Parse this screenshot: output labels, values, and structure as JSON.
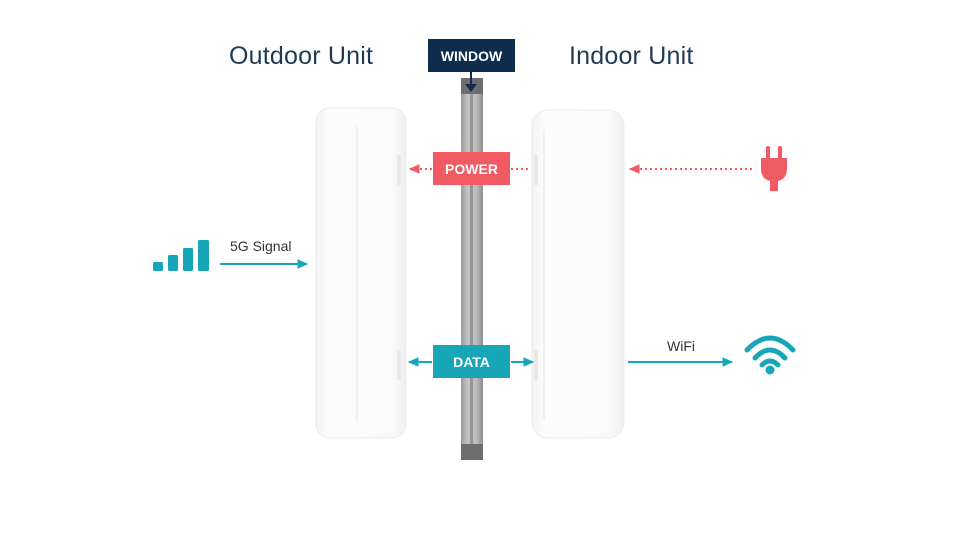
{
  "labels": {
    "outdoor_unit": "Outdoor Unit",
    "indoor_unit": "Indoor Unit",
    "window": "WINDOW",
    "power": "POWER",
    "data": "DATA",
    "signal": "5G Signal",
    "wifi": "WiFi"
  },
  "colors": {
    "power": "#ef5a63",
    "data": "#17a6b8",
    "window_label": "#0e2d4c",
    "title_text": "#1f3a55"
  },
  "icons": {
    "signal": "signal-bars-icon",
    "plug": "power-plug-icon",
    "wifi": "wifi-icon"
  }
}
